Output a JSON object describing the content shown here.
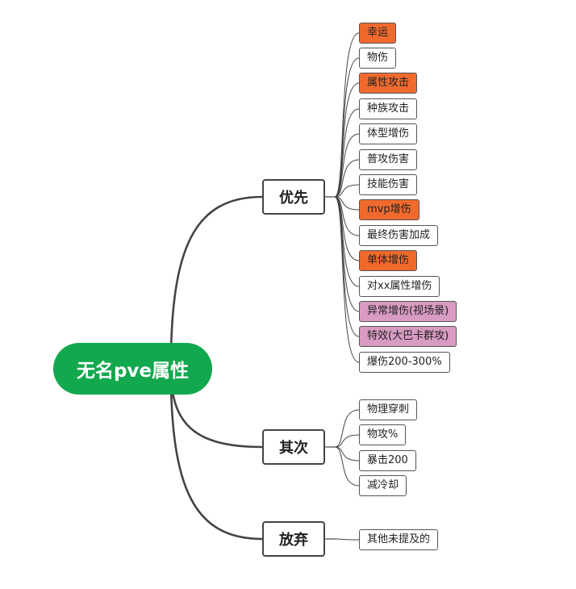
{
  "root": {
    "label": "无名pve属性"
  },
  "colors": {
    "root": "#12a84e",
    "highlight_orange": "#f06a2d",
    "highlight_pink": "#d89bc2",
    "line": "#444444"
  },
  "branches": [
    {
      "label": "优先",
      "leaves": [
        {
          "label": "幸运",
          "style": "orange"
        },
        {
          "label": "物伤",
          "style": "plain"
        },
        {
          "label": "属性攻击",
          "style": "orange"
        },
        {
          "label": "种族攻击",
          "style": "plain"
        },
        {
          "label": "体型增伤",
          "style": "plain"
        },
        {
          "label": "普攻伤害",
          "style": "plain"
        },
        {
          "label": "技能伤害",
          "style": "plain"
        },
        {
          "label": "mvp增伤",
          "style": "orange"
        },
        {
          "label": "最终伤害加成",
          "style": "plain"
        },
        {
          "label": "单体增伤",
          "style": "orange"
        },
        {
          "label": "对xx属性增伤",
          "style": "plain"
        },
        {
          "label": "异常增伤(视场景)",
          "style": "pink"
        },
        {
          "label": "特效(大巴卡群攻)",
          "style": "pink"
        },
        {
          "label": "爆伤200-300%",
          "style": "plain"
        }
      ]
    },
    {
      "label": "其次",
      "leaves": [
        {
          "label": "物理穿刺",
          "style": "plain"
        },
        {
          "label": "物攻%",
          "style": "plain"
        },
        {
          "label": "暴击200",
          "style": "plain"
        },
        {
          "label": "减冷却",
          "style": "plain"
        }
      ]
    },
    {
      "label": "放弃",
      "leaves": [
        {
          "label": "其他未提及的",
          "style": "plain"
        }
      ]
    }
  ]
}
